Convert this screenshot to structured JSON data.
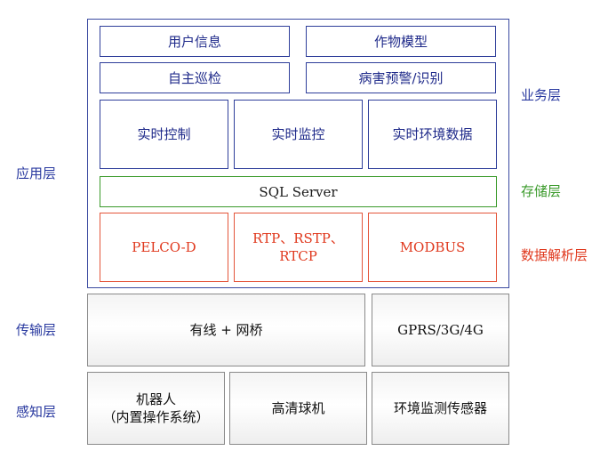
{
  "left_labels": {
    "application": "应用层",
    "transport": "传输层",
    "perception": "感知层"
  },
  "right_labels": {
    "business": "业务层",
    "storage": "存储层",
    "parsing": "数据解析层"
  },
  "business_boxes": {
    "user_info": "用户信息",
    "crop_model": "作物模型",
    "auto_patrol": "自主巡检",
    "disease_warning": "病害预警/识别",
    "realtime_control": "实时控制",
    "realtime_monitor": "实时监控",
    "realtime_env": "实时环境数据"
  },
  "storage_box": "SQL Server",
  "protocol_boxes": {
    "pelco": "PELCO-D",
    "rtp_line1": "RTP、RSTP、",
    "rtp_line2": "RTCP",
    "modbus": "MODBUS"
  },
  "transport_boxes": {
    "wired": "有线 + 网桥",
    "wireless": "GPRS/3G/4G"
  },
  "perception_boxes": {
    "robot_line1": "机器人",
    "robot_line2": "（内置操作系统）",
    "hd_camera": "高清球机",
    "env_sensor": "环境监测传感器"
  },
  "colors": {
    "business": "#2e3e9a",
    "storage": "#3a9a2a",
    "parsing": "#e0391e",
    "hardware_border": "#8a8a8a"
  }
}
